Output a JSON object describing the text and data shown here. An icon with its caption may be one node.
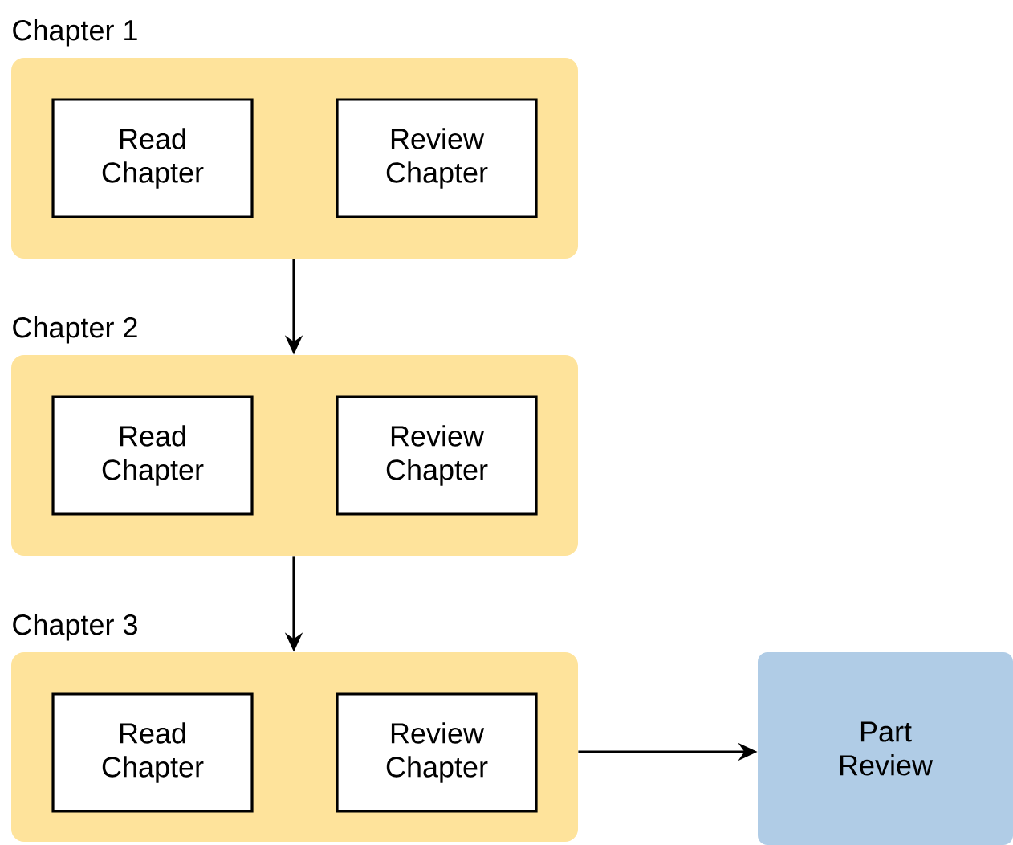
{
  "diagram": {
    "nodes": [
      {
        "text": [
          "Chapter 1"
        ]
      },
      {
        "text": [
          "Read Chapter"
        ],
        "in": 0
      },
      {
        "text": [
          "Review Chapter"
        ],
        "in": 0
      },
      {
        "text": [
          "Chapter 2"
        ]
      },
      {
        "text": [
          "Read Chapter"
        ],
        "in": 3
      },
      {
        "text": [
          "Review Chapter"
        ],
        "in": 3
      },
      {
        "text": [
          "Chapter 3"
        ]
      },
      {
        "text": [
          "Read Chapter"
        ],
        "in": 6
      },
      {
        "text": [
          "Review Chapter"
        ],
        "in": 6
      },
      {
        "text": [
          "Part Review"
        ]
      }
    ],
    "edges": [
      {
        "from": 0,
        "to": 3,
        "arrow": "to"
      },
      {
        "from": 3,
        "to": 6,
        "arrow": "to"
      },
      {
        "from": 6,
        "to": 9,
        "arrow": "to"
      }
    ]
  }
}
